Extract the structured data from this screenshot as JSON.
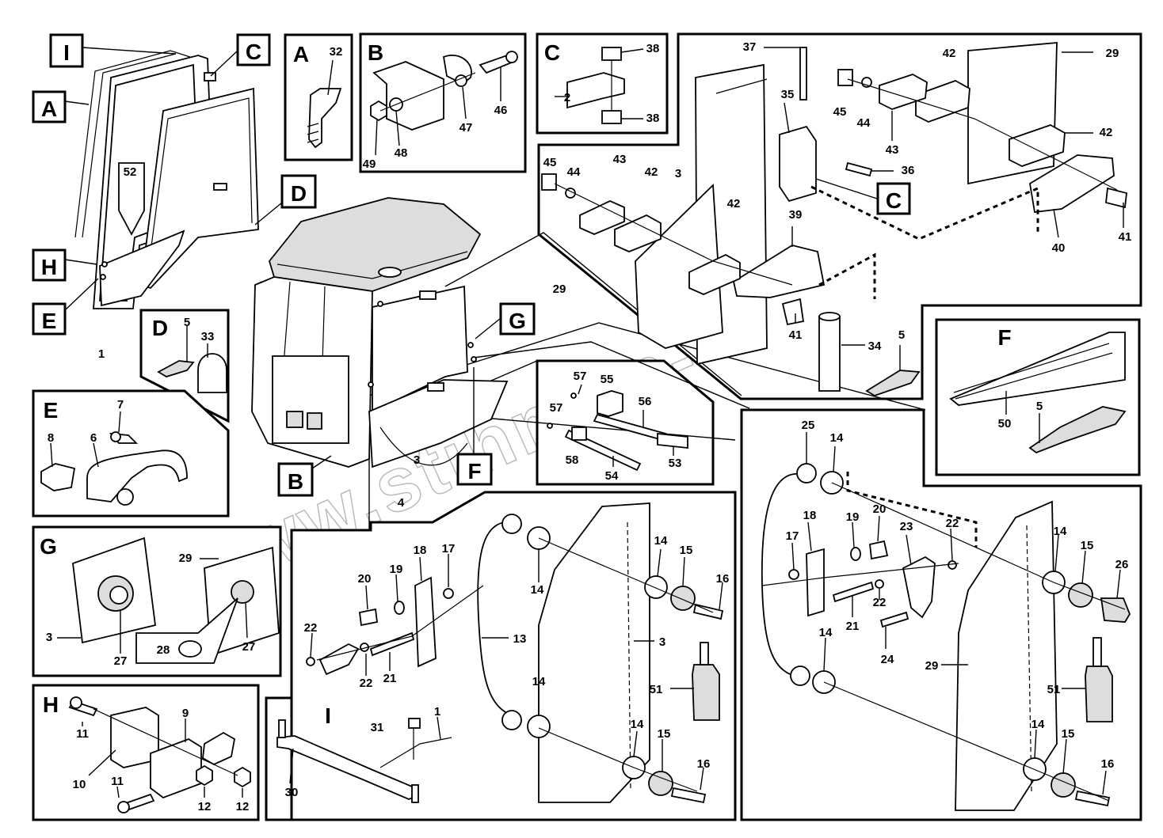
{
  "panel_letters": [
    "A",
    "B",
    "C",
    "D",
    "E",
    "F",
    "G",
    "H",
    "I"
  ],
  "callout_letters": [
    "I",
    "C",
    "A",
    "D",
    "H",
    "E",
    "B",
    "G",
    "F",
    "C"
  ],
  "parts": {
    "p1": "1",
    "p2": "2",
    "p3": "3",
    "p4": "4",
    "p5": "5",
    "p6": "6",
    "p7": "7",
    "p8": "8",
    "p9": "9",
    "p10": "10",
    "p11": "11",
    "p12": "12",
    "p13": "13",
    "p14": "14",
    "p15": "15",
    "p16": "16",
    "p17": "17",
    "p18": "18",
    "p19": "19",
    "p20": "20",
    "p21": "21",
    "p22": "22",
    "p23": "23",
    "p24": "24",
    "p25": "25",
    "p26": "26",
    "p27": "27",
    "p28": "28",
    "p29": "29",
    "p30": "30",
    "p31": "31",
    "p32": "32",
    "p33": "33",
    "p34": "34",
    "p35": "35",
    "p36": "36",
    "p37": "37",
    "p38": "38",
    "p39": "39",
    "p40": "40",
    "p41": "41",
    "p42": "42",
    "p43": "43",
    "p44": "44",
    "p45": "45",
    "p46": "46",
    "p47": "47",
    "p48": "48",
    "p49": "49",
    "p50": "50",
    "p51": "51",
    "p52": "52",
    "p53": "53",
    "p54": "54",
    "p55": "55",
    "p56": "56",
    "p57": "57",
    "p58": "58"
  },
  "watermark": "www.stihmon-tpo.kz"
}
